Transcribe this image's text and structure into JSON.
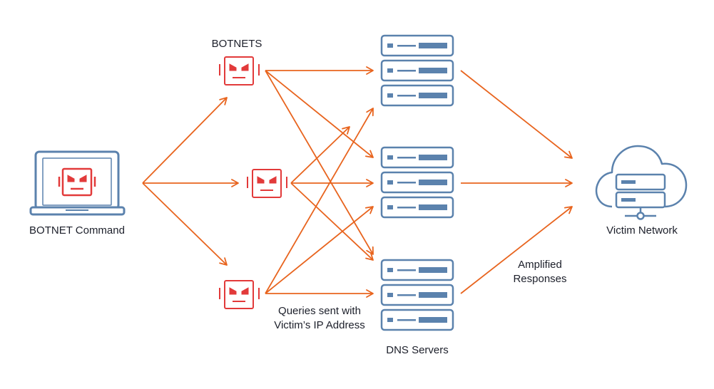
{
  "labels": {
    "botnets": "BOTNETS",
    "botnet_command": "BOTNET Command",
    "queries_line1": "Queries sent with",
    "queries_line2": "Victim’s IP Address",
    "dns_servers": "DNS Servers",
    "amplified_line1": "Amplified",
    "amplified_line2": "Responses",
    "victim_network": "Victim Network"
  },
  "colors": {
    "arrow": "#e8641e",
    "bot": "#e23a3a",
    "server": "#5b82ad",
    "text": "#1c1f2a"
  },
  "icons": {
    "command": "laptop-bot-icon",
    "bot": "bot-icon",
    "server": "server-rack-icon",
    "victim": "cloud-server-icon"
  }
}
